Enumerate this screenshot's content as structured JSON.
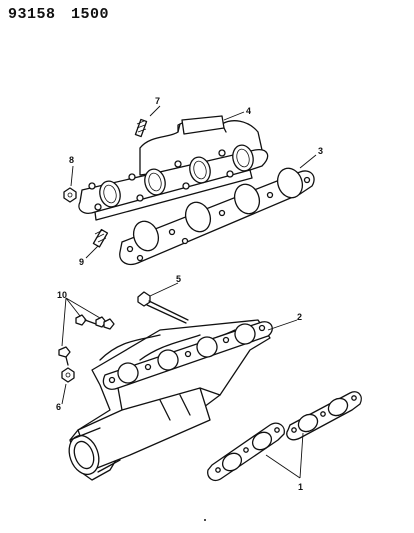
{
  "header": {
    "code1": "93158",
    "code2": "1500"
  },
  "callouts": {
    "c1": "1",
    "c2": "2",
    "c3": "3",
    "c4": "4",
    "c5": "5",
    "c6": "6",
    "c7": "7",
    "c8": "8",
    "c9": "9",
    "c10": "10"
  }
}
